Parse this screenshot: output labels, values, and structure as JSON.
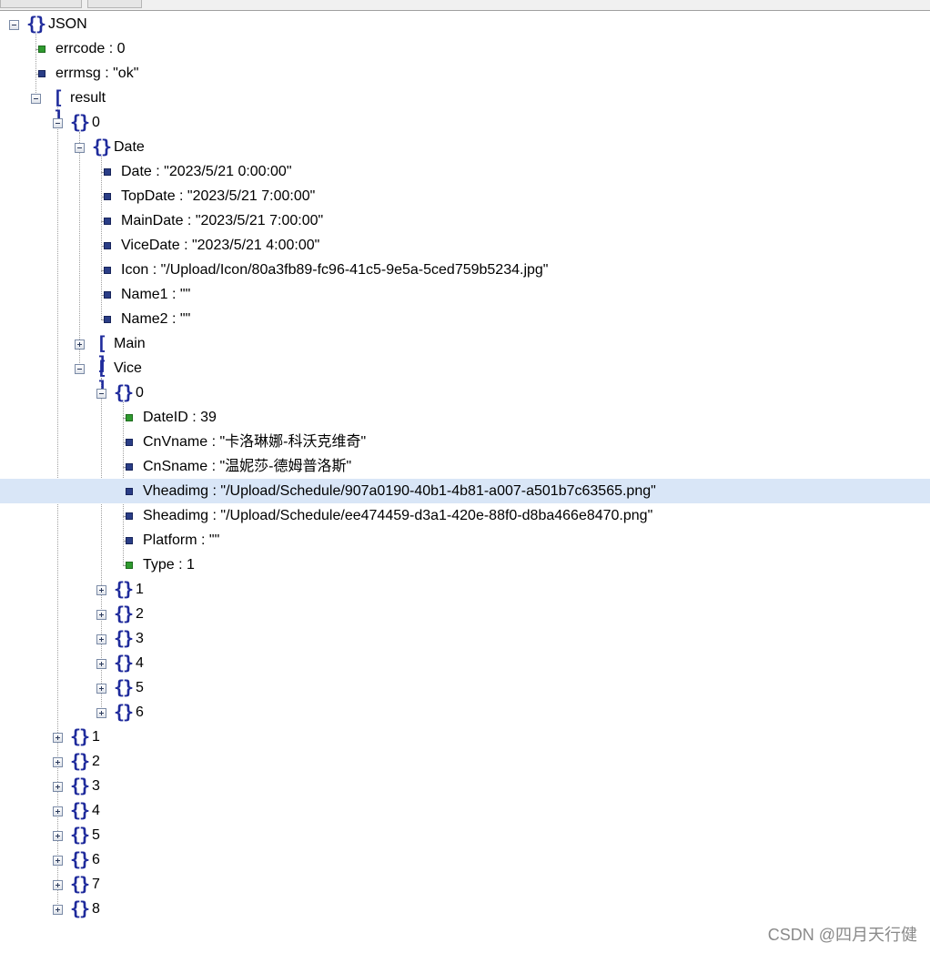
{
  "window": {
    "tabs": [
      "",
      ""
    ]
  },
  "tree": [
    {
      "depth": 0,
      "kind": "object",
      "toggle": "minus",
      "label": "JSON"
    },
    {
      "depth": 1,
      "kind": "num",
      "toggle": null,
      "label": "errcode : 0"
    },
    {
      "depth": 1,
      "kind": "str",
      "toggle": null,
      "label": "errmsg : \"ok\""
    },
    {
      "depth": 1,
      "kind": "array",
      "toggle": "minus",
      "label": "result"
    },
    {
      "depth": 2,
      "kind": "object",
      "toggle": "minus",
      "label": "0"
    },
    {
      "depth": 3,
      "kind": "object",
      "toggle": "minus",
      "label": "Date"
    },
    {
      "depth": 4,
      "kind": "str",
      "toggle": null,
      "label": "Date : \"2023/5/21 0:00:00\""
    },
    {
      "depth": 4,
      "kind": "str",
      "toggle": null,
      "label": "TopDate : \"2023/5/21 7:00:00\""
    },
    {
      "depth": 4,
      "kind": "str",
      "toggle": null,
      "label": "MainDate : \"2023/5/21 7:00:00\""
    },
    {
      "depth": 4,
      "kind": "str",
      "toggle": null,
      "label": "ViceDate : \"2023/5/21 4:00:00\""
    },
    {
      "depth": 4,
      "kind": "str",
      "toggle": null,
      "label": "Icon : \"/Upload/Icon/80a3fb89-fc96-41c5-9e5a-5ced759b5234.jpg\""
    },
    {
      "depth": 4,
      "kind": "str",
      "toggle": null,
      "label": "Name1 : \"\""
    },
    {
      "depth": 4,
      "kind": "str",
      "toggle": null,
      "label": "Name2 : \"\""
    },
    {
      "depth": 3,
      "kind": "array",
      "toggle": "plus",
      "label": "Main"
    },
    {
      "depth": 3,
      "kind": "array",
      "toggle": "minus",
      "label": "Vice"
    },
    {
      "depth": 4,
      "kind": "object",
      "toggle": "minus",
      "label": "0"
    },
    {
      "depth": 5,
      "kind": "num",
      "toggle": null,
      "label": "DateID : 39"
    },
    {
      "depth": 5,
      "kind": "str",
      "toggle": null,
      "label": "CnVname : \"卡洛琳娜-科沃克维奇\""
    },
    {
      "depth": 5,
      "kind": "str",
      "toggle": null,
      "label": "CnSname : \"温妮莎-德姆普洛斯\""
    },
    {
      "depth": 5,
      "kind": "str",
      "toggle": null,
      "label": "Vheadimg : \"/Upload/Schedule/907a0190-40b1-4b81-a007-a501b7c63565.png\"",
      "selected": true
    },
    {
      "depth": 5,
      "kind": "str",
      "toggle": null,
      "label": "Sheadimg : \"/Upload/Schedule/ee474459-d3a1-420e-88f0-d8ba466e8470.png\""
    },
    {
      "depth": 5,
      "kind": "str",
      "toggle": null,
      "label": "Platform : \"\""
    },
    {
      "depth": 5,
      "kind": "num",
      "toggle": null,
      "label": "Type : 1"
    },
    {
      "depth": 4,
      "kind": "object",
      "toggle": "plus",
      "label": "1"
    },
    {
      "depth": 4,
      "kind": "object",
      "toggle": "plus",
      "label": "2"
    },
    {
      "depth": 4,
      "kind": "object",
      "toggle": "plus",
      "label": "3"
    },
    {
      "depth": 4,
      "kind": "object",
      "toggle": "plus",
      "label": "4"
    },
    {
      "depth": 4,
      "kind": "object",
      "toggle": "plus",
      "label": "5"
    },
    {
      "depth": 4,
      "kind": "object",
      "toggle": "plus",
      "label": "6"
    },
    {
      "depth": 2,
      "kind": "object",
      "toggle": "plus",
      "label": "1"
    },
    {
      "depth": 2,
      "kind": "object",
      "toggle": "plus",
      "label": "2"
    },
    {
      "depth": 2,
      "kind": "object",
      "toggle": "plus",
      "label": "3"
    },
    {
      "depth": 2,
      "kind": "object",
      "toggle": "plus",
      "label": "4"
    },
    {
      "depth": 2,
      "kind": "object",
      "toggle": "plus",
      "label": "5"
    },
    {
      "depth": 2,
      "kind": "object",
      "toggle": "plus",
      "label": "6"
    },
    {
      "depth": 2,
      "kind": "object",
      "toggle": "plus",
      "label": "7"
    },
    {
      "depth": 2,
      "kind": "object",
      "toggle": "plus",
      "label": "8"
    }
  ],
  "watermark": "CSDN @四月天行健"
}
